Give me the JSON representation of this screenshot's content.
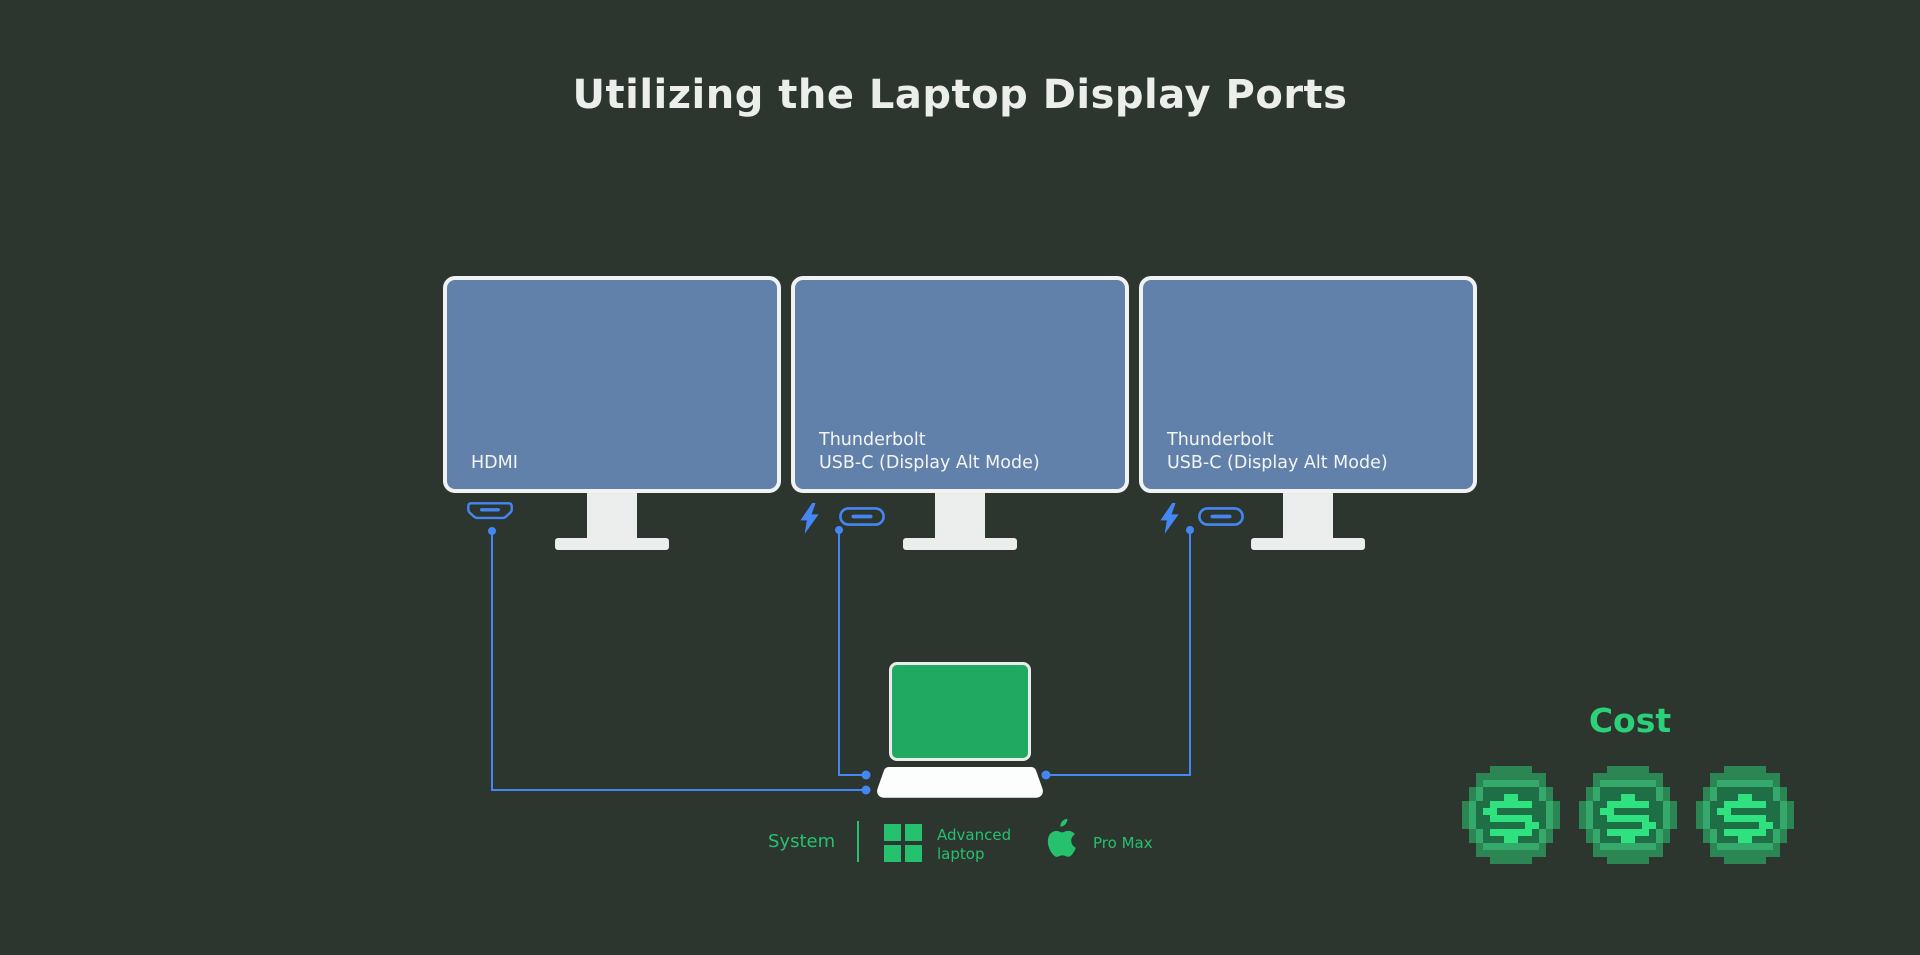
{
  "title": "Utilizing the Laptop Display Ports",
  "monitors": [
    {
      "label_line1": "HDMI",
      "label_line2": "",
      "ports": [
        "hdmi"
      ]
    },
    {
      "label_line1": "Thunderbolt",
      "label_line2": "USB-C (Display Alt Mode)",
      "ports": [
        "thunderbolt",
        "usb-c"
      ]
    },
    {
      "label_line1": "Thunderbolt",
      "label_line2": "USB-C (Display Alt Mode)",
      "ports": [
        "thunderbolt",
        "usb-c"
      ]
    }
  ],
  "laptop": {
    "screen_color": "#20aa61"
  },
  "system": {
    "label": "System",
    "windows_option": {
      "icon": "windows-logo",
      "line1": "Advanced",
      "line2": "laptop"
    },
    "apple_option": {
      "icon": "apple-logo",
      "label": "Pro Max"
    }
  },
  "cost": {
    "label": "Cost",
    "coin_count": 3
  },
  "colors": {
    "background": "#2d352f",
    "title_text": "#eceeec",
    "accent_blue": "#4486f2",
    "monitor_fill": "#6181aa",
    "monitor_border": "#f1f3f2",
    "stand_gray": "#eceeed",
    "laptop_green": "#20aa61",
    "system_green": "#26c16e",
    "cost_green": "#2bd178",
    "coin_rim": "#2b8653",
    "coin_ring": "#35a86b",
    "coin_disc": "#1e6f45",
    "coin_dollar": "#30e27f"
  }
}
